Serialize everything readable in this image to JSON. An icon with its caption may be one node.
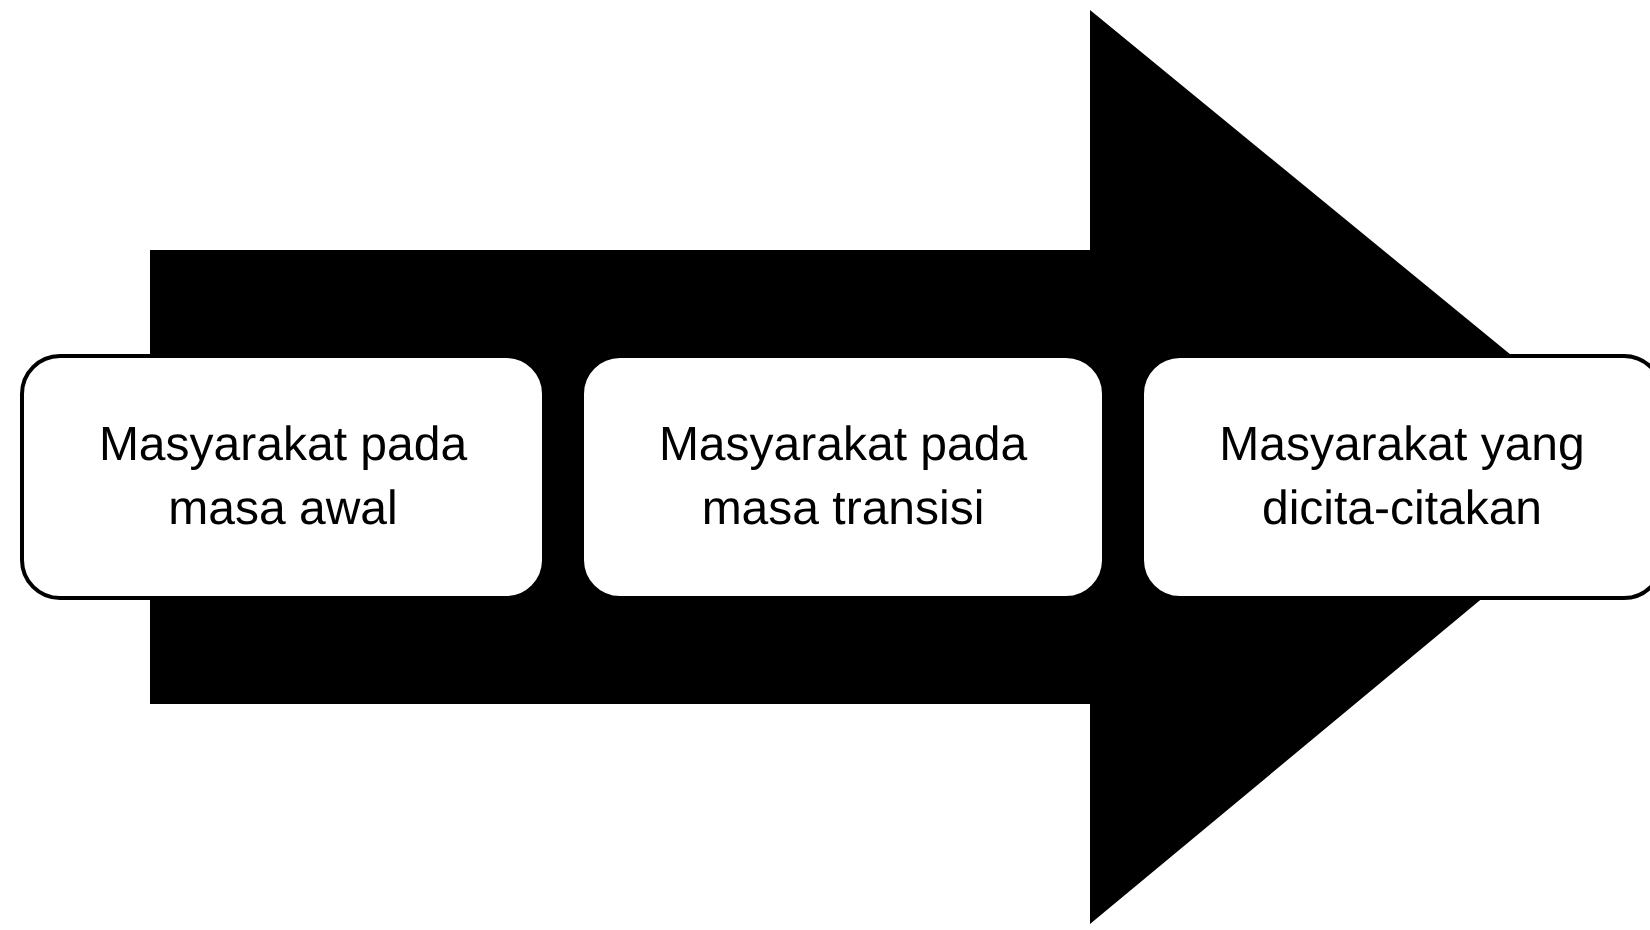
{
  "diagram": {
    "nodes": [
      {
        "text": [
          "Masyarakat pada masa awal"
        ]
      },
      {
        "text": [
          "Masyarakat pada masa transisi"
        ]
      },
      {
        "text": [
          "Masyarakat yang dicita-citakan"
        ]
      }
    ],
    "edges": [
      {
        "from": 0,
        "to": 2,
        "arrow": "to"
      }
    ]
  }
}
